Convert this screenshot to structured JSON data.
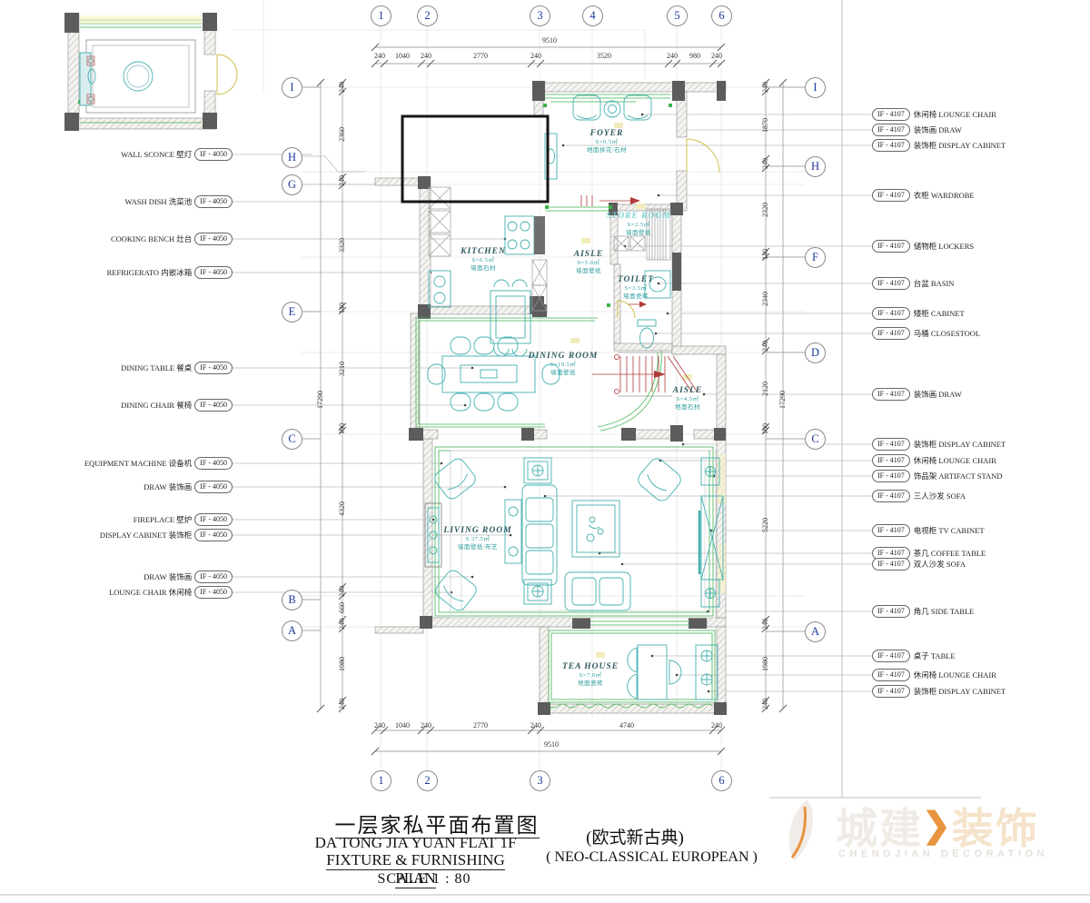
{
  "title_block": {
    "cn_title": "一层家私平面布置图",
    "en_line1": "DA TONG JIA YUAN  FLAT 1F",
    "en_line2": "FIXTURE & FURNISHING PLAN",
    "scale": "SCALE 1 : 80",
    "style_cn": "(欧式新古典)",
    "style_en": "( NEO-CLASSICAL EUROPEAN )"
  },
  "watermark": {
    "cn1": "城建",
    "chevron": "❯",
    "cn2": "装饰",
    "en": "CHENGJIAN DECORATION",
    "accent": "#e89440"
  },
  "left_legend": [
    {
      "en": "WALL SCONCE",
      "cn": "壁灯",
      "code": "IF - 4050"
    },
    {
      "en": "WASH DISH",
      "cn": "洗菜池",
      "code": "IF - 4050"
    },
    {
      "en": "COOKING BENCH",
      "cn": "灶台",
      "code": "IF - 4050"
    },
    {
      "en": "REFRIGERATO",
      "cn": "内嵌冰箱",
      "code": "IF - 4050"
    },
    {
      "en": "DINING TABLE",
      "cn": "餐桌",
      "code": "IF - 4050"
    },
    {
      "en": "DINING CHAIR",
      "cn": "餐椅",
      "code": "IF - 4050"
    },
    {
      "en": "EQUIPMENT MACHINE",
      "cn": "设备机",
      "code": "IF - 4050"
    },
    {
      "en": "DRAW",
      "cn": "装饰画",
      "code": "IF - 4050"
    },
    {
      "en": "FIREPLACE",
      "cn": "壁炉",
      "code": "IF - 4050"
    },
    {
      "en": "DISPLAY CABINET",
      "cn": "装饰柜",
      "code": "IF - 4050"
    },
    {
      "en": "DRAW",
      "cn": "装饰画",
      "code": "IF - 4050"
    },
    {
      "en": "LOUNGE CHAIR",
      "cn": "休闲椅",
      "code": "IF - 4050"
    }
  ],
  "right_legend": [
    {
      "code": "IF - 4107",
      "cn": "休闲椅",
      "en": "LOUNGE CHAIR"
    },
    {
      "code": "IF - 4107",
      "cn": "装饰画",
      "en": "DRAW"
    },
    {
      "code": "IF - 4107",
      "cn": "装饰柜",
      "en": "DISPLAY CABINET"
    },
    {
      "code": "IF - 4107",
      "cn": "衣柜",
      "en": "WARDROBE"
    },
    {
      "code": "IF - 4107",
      "cn": "储物柜",
      "en": "LOCKERS"
    },
    {
      "code": "IF - 4107",
      "cn": "台盆",
      "en": "BASIN"
    },
    {
      "code": "IF - 4107",
      "cn": "矮柜",
      "en": "CABINET"
    },
    {
      "code": "IF - 4107",
      "cn": "马桶",
      "en": "CLOSESTOOL"
    },
    {
      "code": "IF - 4107",
      "cn": "装饰画",
      "en": "DRAW"
    },
    {
      "code": "IF - 4107",
      "cn": "装饰柜",
      "en": "DISPLAY CABINET"
    },
    {
      "code": "IF - 4107",
      "cn": "休闲椅",
      "en": "LOUNGE CHAIR"
    },
    {
      "code": "IF - 4107",
      "cn": "饰品架",
      "en": "ARTIFACT STAND"
    },
    {
      "code": "IF - 4107",
      "cn": "三人沙发",
      "en": "SOFA"
    },
    {
      "code": "IF - 4107",
      "cn": "电视柜",
      "en": "TV CABINET"
    },
    {
      "code": "IF - 4107",
      "cn": "茶几",
      "en": "COFFEE TABLE"
    },
    {
      "code": "IF - 4107",
      "cn": "双人沙发",
      "en": "SOFA"
    },
    {
      "code": "IF - 4107",
      "cn": "角几",
      "en": "SIDE TABLE"
    },
    {
      "code": "IF - 4107",
      "cn": "桌子",
      "en": "TABLE"
    },
    {
      "code": "IF - 4107",
      "cn": "休闲椅",
      "en": "LOUNGE CHAIR"
    },
    {
      "code": "IF - 4107",
      "cn": "装饰柜",
      "en": "DISPLAY CABINET"
    }
  ],
  "rooms": [
    {
      "name": "FOYER",
      "area": "S=9.5㎡",
      "note": "地面拼花/石材"
    },
    {
      "name": "KITCHEN",
      "area": "S=6.5㎡",
      "note": "墙面石材"
    },
    {
      "name": "AISLE",
      "area": "S=5.0㎡",
      "note": "墙面壁纸"
    },
    {
      "name": "STORE ROOM",
      "area": "S=2.5㎡",
      "note": "墙面壁纸"
    },
    {
      "name": "TOILET",
      "area": "S=3.5㎡",
      "note": "墙面瓷砖"
    },
    {
      "name": "DINING ROOM",
      "area": "S=19.5㎡",
      "note": "墙面壁纸"
    },
    {
      "name": "AISLE",
      "area": "S=4.5㎡",
      "note": "地面石材"
    },
    {
      "name": "LIVING ROOM",
      "area": "S 37.5㎡",
      "note": "墙面壁纸/布艺"
    },
    {
      "name": "TEA HOUSE",
      "area": "S=7.0㎡",
      "note": "地面瓷砖"
    }
  ],
  "grid": {
    "top": [
      "1",
      "2",
      "3",
      "4",
      "5",
      "6"
    ],
    "bottom": [
      "1",
      "2",
      "3",
      "6"
    ],
    "left": [
      "I",
      "H",
      "G",
      "E",
      "C",
      "B",
      "A"
    ],
    "right": [
      "I",
      "H",
      "F",
      "D",
      "C",
      "A"
    ]
  },
  "dimensions": {
    "top": {
      "overall": "9510",
      "segments": [
        "240",
        "1040",
        "240",
        "2770",
        "240",
        "3520",
        "240",
        "980",
        "240"
      ]
    },
    "bottom": {
      "overall": "9510",
      "segments": [
        "240",
        "1040",
        "240",
        "2770",
        "240",
        "4740",
        "240"
      ]
    },
    "left": {
      "overall": "17290",
      "segments": [
        "240",
        "2360",
        "240",
        "3320",
        "140",
        "3210",
        "100",
        "4320",
        "240",
        "660",
        "240",
        "1980",
        "240"
      ]
    },
    "right": {
      "overall": "17290",
      "segments": [
        "240",
        "1870",
        "240",
        "2320",
        "140",
        "2340",
        "240",
        "2120",
        "100",
        "5220",
        "240",
        "1980",
        "240"
      ]
    }
  },
  "drawing_colors": {
    "wall_hatch": "#b5b2ac",
    "furniture_teal": "#45b0b0",
    "finish_green": "#3db34d",
    "door_yellow": "#cdc14a",
    "stair_red": "#b23a3a",
    "bubble_navy": "#1e3799",
    "column_gray": "#5c5c5c",
    "watermark_orange": "#e89440"
  }
}
